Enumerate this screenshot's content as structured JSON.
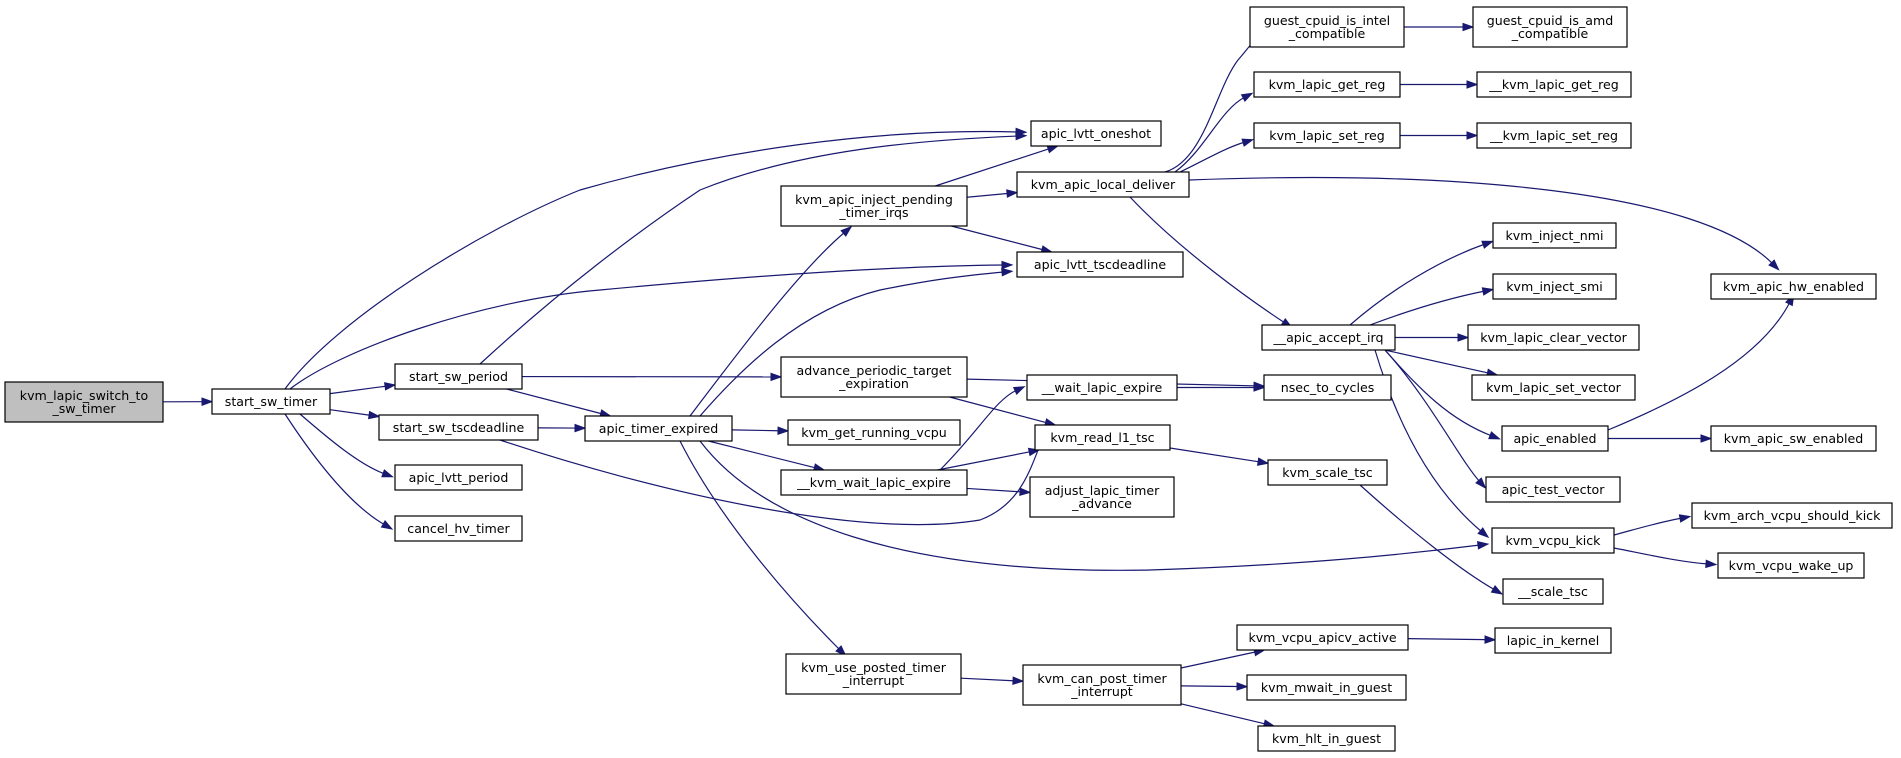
{
  "graph": {
    "colors": {
      "edge": "#191970",
      "node_border": "#000000",
      "node_fill": "#ffffff",
      "root_fill": "#bfbfbf"
    },
    "nodes": [
      {
        "id": "n_root",
        "lines": [
          "kvm_lapic_switch_to",
          "_sw_timer"
        ],
        "root": true
      },
      {
        "id": "n_start_sw_timer",
        "lines": [
          "start_sw_timer"
        ]
      },
      {
        "id": "n_start_sw_period",
        "lines": [
          "start_sw_period"
        ]
      },
      {
        "id": "n_start_sw_tscdeadline",
        "lines": [
          "start_sw_tscdeadline"
        ]
      },
      {
        "id": "n_apic_lvtt_period",
        "lines": [
          "apic_lvtt_period"
        ]
      },
      {
        "id": "n_cancel_hv_timer",
        "lines": [
          "cancel_hv_timer"
        ]
      },
      {
        "id": "n_kvm_apic_inject_pending",
        "lines": [
          "kvm_apic_inject_pending",
          "_timer_irqs"
        ]
      },
      {
        "id": "n_advance_periodic",
        "lines": [
          "advance_periodic_target",
          "_expiration"
        ]
      },
      {
        "id": "n_apic_timer_expired",
        "lines": [
          "apic_timer_expired"
        ]
      },
      {
        "id": "n_kvm_get_running_vcpu",
        "lines": [
          "kvm_get_running_vcpu"
        ]
      },
      {
        "id": "n_kvm_wait_lapic_expire",
        "lines": [
          "__kvm_wait_lapic_expire"
        ]
      },
      {
        "id": "n_kvm_use_posted",
        "lines": [
          "kvm_use_posted_timer",
          "_interrupt"
        ]
      },
      {
        "id": "n_apic_lvtt_oneshot",
        "lines": [
          "apic_lvtt_oneshot"
        ]
      },
      {
        "id": "n_kvm_apic_local_deliver",
        "lines": [
          "kvm_apic_local_deliver"
        ]
      },
      {
        "id": "n_apic_lvtt_tscdeadline",
        "lines": [
          "apic_lvtt_tscdeadline"
        ]
      },
      {
        "id": "n_wait_lapic_expire",
        "lines": [
          "__wait_lapic_expire"
        ]
      },
      {
        "id": "n_kvm_read_l1_tsc",
        "lines": [
          "kvm_read_l1_tsc"
        ]
      },
      {
        "id": "n_adjust_lapic",
        "lines": [
          "adjust_lapic_timer",
          "_advance"
        ]
      },
      {
        "id": "n_kvm_can_post",
        "lines": [
          "kvm_can_post_timer",
          "_interrupt"
        ]
      },
      {
        "id": "n_guest_cpuid_intel",
        "lines": [
          "guest_cpuid_is_intel",
          "_compatible"
        ]
      },
      {
        "id": "n_kvm_lapic_get_reg",
        "lines": [
          "kvm_lapic_get_reg"
        ]
      },
      {
        "id": "n_kvm_lapic_set_reg",
        "lines": [
          "kvm_lapic_set_reg"
        ]
      },
      {
        "id": "n_apic_accept_irq",
        "lines": [
          "__apic_accept_irq"
        ]
      },
      {
        "id": "n_nsec_to_cycles",
        "lines": [
          "nsec_to_cycles"
        ]
      },
      {
        "id": "n_kvm_scale_tsc",
        "lines": [
          "kvm_scale_tsc"
        ]
      },
      {
        "id": "n_kvm_vcpu_apicv_active",
        "lines": [
          "kvm_vcpu_apicv_active"
        ]
      },
      {
        "id": "n_kvm_mwait_in_guest",
        "lines": [
          "kvm_mwait_in_guest"
        ]
      },
      {
        "id": "n_kvm_hlt_in_guest",
        "lines": [
          "kvm_hlt_in_guest"
        ]
      },
      {
        "id": "n_guest_cpuid_amd",
        "lines": [
          "guest_cpuid_is_amd",
          "_compatible"
        ]
      },
      {
        "id": "n__kvm_lapic_get_reg",
        "lines": [
          "__kvm_lapic_get_reg"
        ]
      },
      {
        "id": "n__kvm_lapic_set_reg",
        "lines": [
          "__kvm_lapic_set_reg"
        ]
      },
      {
        "id": "n_kvm_inject_nmi",
        "lines": [
          "kvm_inject_nmi"
        ]
      },
      {
        "id": "n_kvm_inject_smi",
        "lines": [
          "kvm_inject_smi"
        ]
      },
      {
        "id": "n_kvm_lapic_clear_vector",
        "lines": [
          "kvm_lapic_clear_vector"
        ]
      },
      {
        "id": "n_kvm_lapic_set_vector",
        "lines": [
          "kvm_lapic_set_vector"
        ]
      },
      {
        "id": "n_apic_enabled",
        "lines": [
          "apic_enabled"
        ]
      },
      {
        "id": "n_apic_test_vector",
        "lines": [
          "apic_test_vector"
        ]
      },
      {
        "id": "n_kvm_vcpu_kick",
        "lines": [
          "kvm_vcpu_kick"
        ]
      },
      {
        "id": "n__scale_tsc",
        "lines": [
          "__scale_tsc"
        ]
      },
      {
        "id": "n_lapic_in_kernel",
        "lines": [
          "lapic_in_kernel"
        ]
      },
      {
        "id": "n_kvm_apic_hw_enabled",
        "lines": [
          "kvm_apic_hw_enabled"
        ]
      },
      {
        "id": "n_kvm_apic_sw_enabled",
        "lines": [
          "kvm_apic_sw_enabled"
        ]
      },
      {
        "id": "n_kvm_arch_vcpu_should_kick",
        "lines": [
          "kvm_arch_vcpu_should_kick"
        ]
      },
      {
        "id": "n_kvm_vcpu_wake_up",
        "lines": [
          "kvm_vcpu_wake_up"
        ]
      }
    ],
    "edges": [
      {
        "from": "n_root",
        "to": "n_start_sw_timer"
      },
      {
        "from": "n_start_sw_timer",
        "to": "n_start_sw_period"
      },
      {
        "from": "n_start_sw_timer",
        "to": "n_start_sw_tscdeadline"
      },
      {
        "from": "n_start_sw_timer",
        "to": "n_apic_lvtt_period"
      },
      {
        "from": "n_start_sw_timer",
        "to": "n_cancel_hv_timer"
      },
      {
        "from": "n_start_sw_timer",
        "to": "n_apic_lvtt_oneshot"
      },
      {
        "from": "n_start_sw_timer",
        "to": "n_apic_lvtt_tscdeadline"
      },
      {
        "from": "n_start_sw_period",
        "to": "n_apic_lvtt_oneshot"
      },
      {
        "from": "n_start_sw_period",
        "to": "n_advance_periodic"
      },
      {
        "from": "n_start_sw_period",
        "to": "n_apic_timer_expired"
      },
      {
        "from": "n_start_sw_tscdeadline",
        "to": "n_apic_timer_expired"
      },
      {
        "from": "n_start_sw_tscdeadline",
        "to": "n_kvm_read_l1_tsc"
      },
      {
        "from": "n_apic_timer_expired",
        "to": "n_kvm_apic_inject_pending"
      },
      {
        "from": "n_apic_timer_expired",
        "to": "n_apic_lvtt_tscdeadline"
      },
      {
        "from": "n_apic_timer_expired",
        "to": "n_kvm_get_running_vcpu"
      },
      {
        "from": "n_apic_timer_expired",
        "to": "n_kvm_wait_lapic_expire"
      },
      {
        "from": "n_apic_timer_expired",
        "to": "n_kvm_use_posted"
      },
      {
        "from": "n_apic_timer_expired",
        "to": "n_kvm_vcpu_kick"
      },
      {
        "from": "n_kvm_apic_inject_pending",
        "to": "n_apic_lvtt_oneshot"
      },
      {
        "from": "n_kvm_apic_inject_pending",
        "to": "n_kvm_apic_local_deliver"
      },
      {
        "from": "n_kvm_apic_inject_pending",
        "to": "n_apic_lvtt_tscdeadline"
      },
      {
        "from": "n_advance_periodic",
        "to": "n_nsec_to_cycles"
      },
      {
        "from": "n_advance_periodic",
        "to": "n_kvm_read_l1_tsc"
      },
      {
        "from": "n_kvm_wait_lapic_expire",
        "to": "n_wait_lapic_expire"
      },
      {
        "from": "n_kvm_wait_lapic_expire",
        "to": "n_kvm_read_l1_tsc"
      },
      {
        "from": "n_kvm_wait_lapic_expire",
        "to": "n_adjust_lapic"
      },
      {
        "from": "n_kvm_use_posted",
        "to": "n_kvm_can_post"
      },
      {
        "from": "n_kvm_apic_local_deliver",
        "to": "n_guest_cpuid_intel"
      },
      {
        "from": "n_kvm_apic_local_deliver",
        "to": "n_kvm_lapic_get_reg"
      },
      {
        "from": "n_kvm_apic_local_deliver",
        "to": "n_kvm_lapic_set_reg"
      },
      {
        "from": "n_kvm_apic_local_deliver",
        "to": "n_apic_accept_irq"
      },
      {
        "from": "n_kvm_apic_local_deliver",
        "to": "n_kvm_apic_hw_enabled"
      },
      {
        "from": "n_wait_lapic_expire",
        "to": "n_nsec_to_cycles"
      },
      {
        "from": "n_kvm_read_l1_tsc",
        "to": "n_kvm_scale_tsc"
      },
      {
        "from": "n_kvm_can_post",
        "to": "n_kvm_vcpu_apicv_active"
      },
      {
        "from": "n_kvm_can_post",
        "to": "n_kvm_mwait_in_guest"
      },
      {
        "from": "n_kvm_can_post",
        "to": "n_kvm_hlt_in_guest"
      },
      {
        "from": "n_guest_cpuid_intel",
        "to": "n_guest_cpuid_amd"
      },
      {
        "from": "n_kvm_lapic_get_reg",
        "to": "n__kvm_lapic_get_reg"
      },
      {
        "from": "n_kvm_lapic_set_reg",
        "to": "n__kvm_lapic_set_reg"
      },
      {
        "from": "n_apic_accept_irq",
        "to": "n_kvm_inject_nmi"
      },
      {
        "from": "n_apic_accept_irq",
        "to": "n_kvm_inject_smi"
      },
      {
        "from": "n_apic_accept_irq",
        "to": "n_kvm_lapic_clear_vector"
      },
      {
        "from": "n_apic_accept_irq",
        "to": "n_kvm_lapic_set_vector"
      },
      {
        "from": "n_apic_accept_irq",
        "to": "n_apic_enabled"
      },
      {
        "from": "n_apic_accept_irq",
        "to": "n_apic_test_vector"
      },
      {
        "from": "n_apic_accept_irq",
        "to": "n_kvm_vcpu_kick"
      },
      {
        "from": "n_kvm_scale_tsc",
        "to": "n__scale_tsc"
      },
      {
        "from": "n_kvm_vcpu_apicv_active",
        "to": "n_lapic_in_kernel"
      },
      {
        "from": "n_apic_enabled",
        "to": "n_kvm_apic_hw_enabled"
      },
      {
        "from": "n_apic_enabled",
        "to": "n_kvm_apic_sw_enabled"
      },
      {
        "from": "n_kvm_vcpu_kick",
        "to": "n_kvm_arch_vcpu_should_kick"
      },
      {
        "from": "n_kvm_vcpu_kick",
        "to": "n_kvm_vcpu_wake_up"
      }
    ]
  }
}
